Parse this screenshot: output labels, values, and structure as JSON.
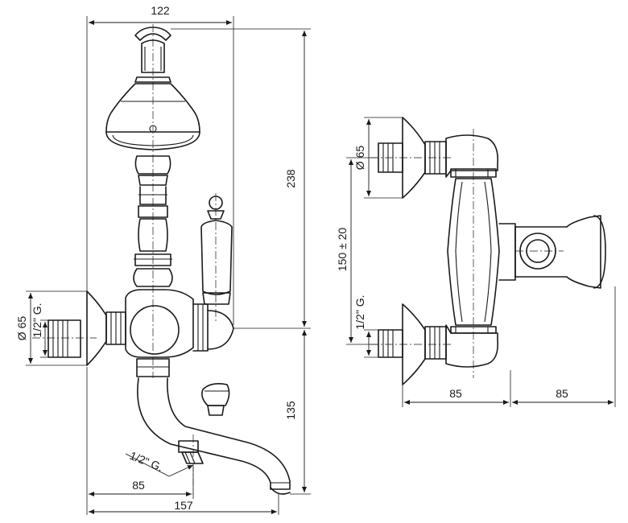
{
  "side_view": {
    "dim_width_top": "122",
    "dim_height_total": "238",
    "dim_height_spout": "135",
    "dim_outlet_85": "85",
    "dim_spout_157": "157",
    "dim_flange_dia": "Ø 65",
    "dim_inlet_thread": "1/2\" G.",
    "dim_outlet_thread": "1/2\" G."
  },
  "front_view": {
    "dim_flange_dia": "Ø 65",
    "dim_centres": "150 ± 20",
    "dim_inlet_thread": "1/2\" G.",
    "dim_left_85": "85",
    "dim_right_85": "85"
  }
}
